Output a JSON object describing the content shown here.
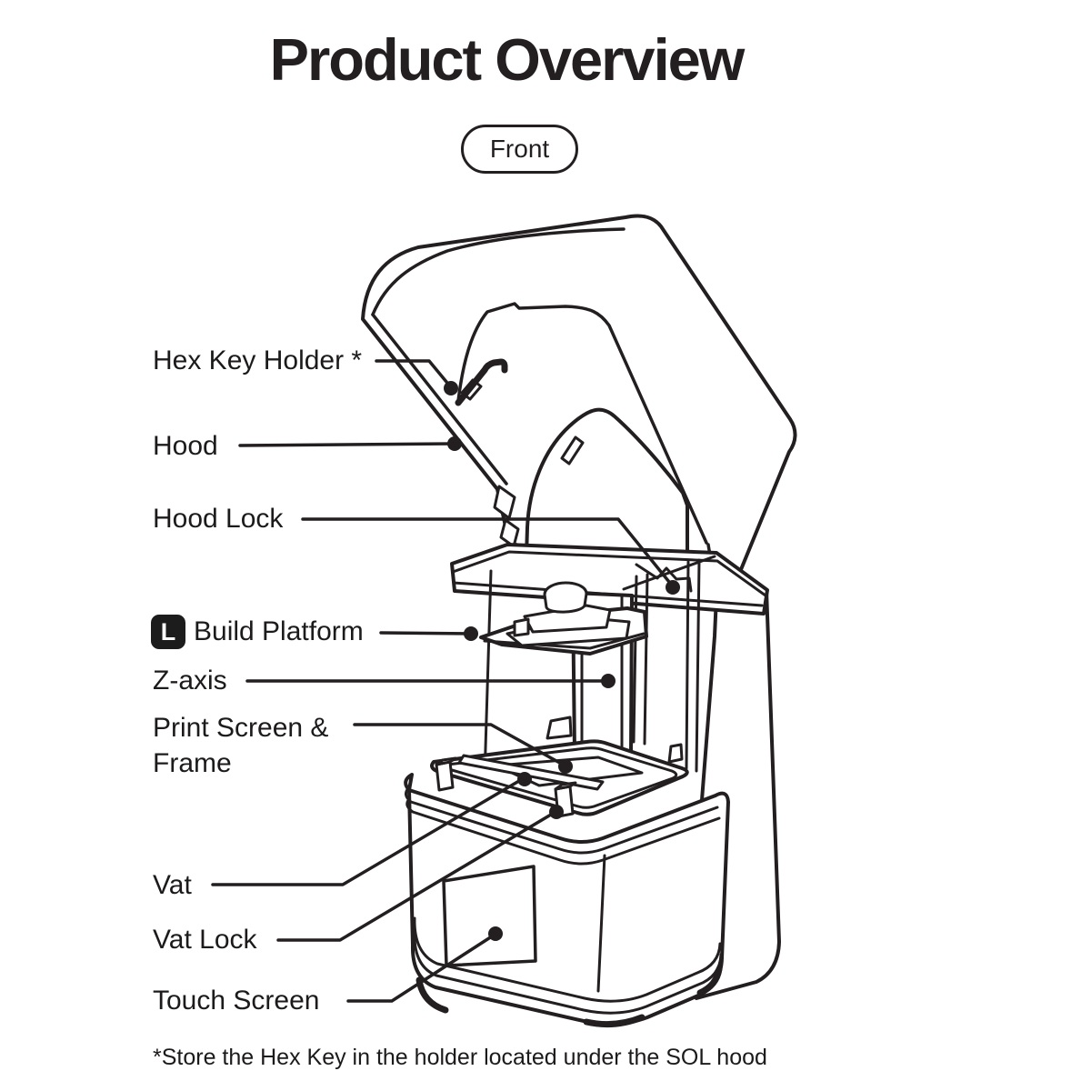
{
  "title": "Product Overview",
  "view_badge": "Front",
  "labels": {
    "hex_key_holder": "Hex Key Holder *",
    "hood": "Hood",
    "hood_lock": "Hood Lock",
    "build_platform": "Build Platform",
    "build_platform_badge": "L",
    "z_axis": "Z-axis",
    "print_screen_line1": "Print Screen &",
    "print_screen_line2": "Frame",
    "vat": "Vat",
    "vat_lock": "Vat Lock",
    "touch_screen": "Touch Screen"
  },
  "footnote": "*Store the Hex Key in the holder located under the SOL hood",
  "diagram": {
    "parts": [
      "Hex Key Holder",
      "Hood",
      "Hood Lock",
      "Build Platform",
      "Z-axis",
      "Print Screen & Frame",
      "Vat",
      "Vat Lock",
      "Touch Screen"
    ]
  },
  "colors": {
    "ink": "#231f20",
    "background": "#ffffff"
  }
}
